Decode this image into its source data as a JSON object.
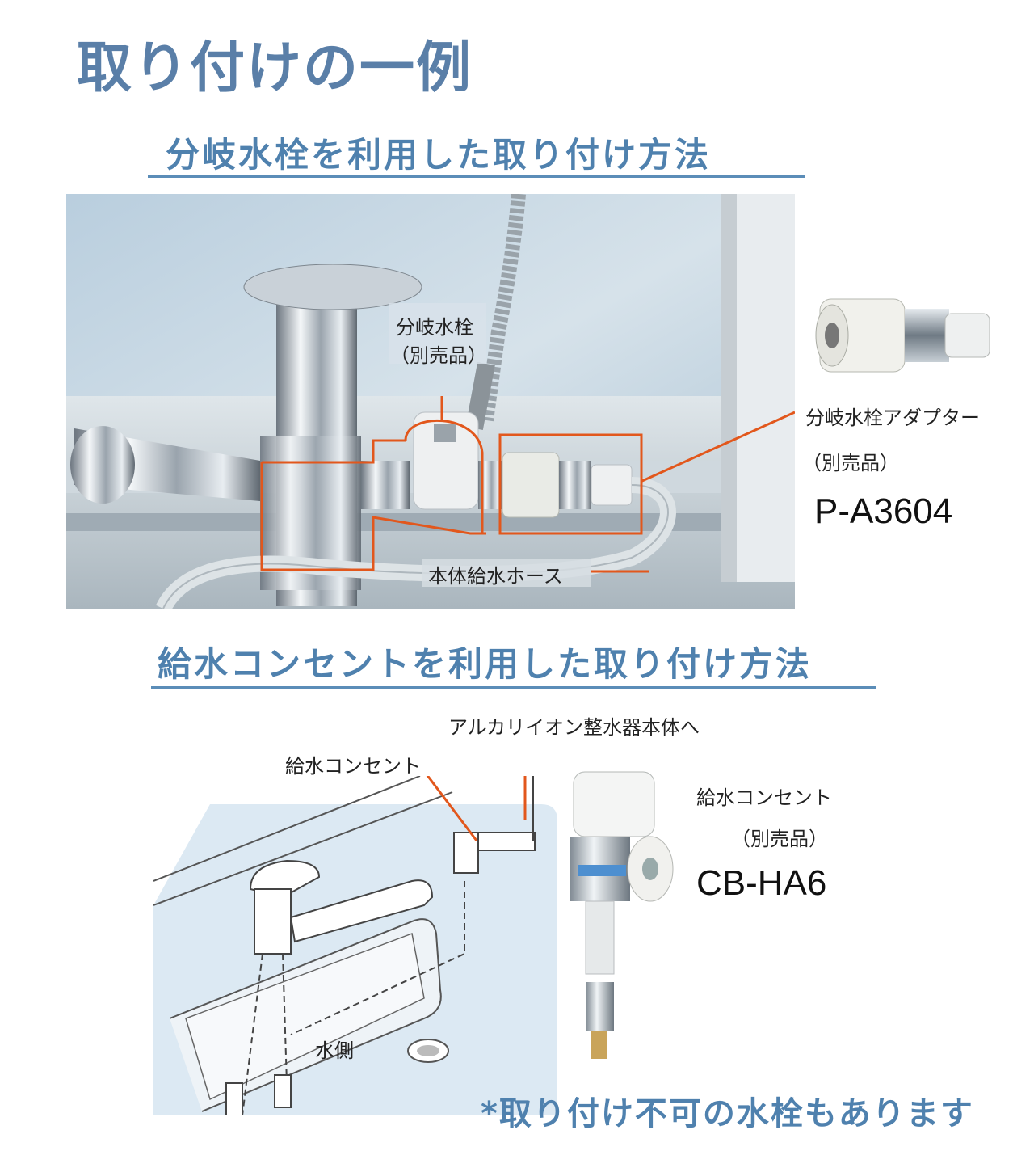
{
  "title": "取り付けの一例",
  "section1": {
    "heading": "分岐水栓を利用した取り付け方法",
    "callout_branch_valve": "分岐水栓",
    "callout_branch_valve_sub": "（別売品）",
    "callout_hose": "本体給水ホース",
    "adapter_label": "分岐水栓アダプター",
    "adapter_sub": "（別売品）",
    "adapter_model": "P-A3604"
  },
  "section2": {
    "heading": "給水コンセントを利用した取り付け方法",
    "to_unit": "アルカリイオン整水器本体へ",
    "outlet_callout": "給水コンセント",
    "water_side": "水側",
    "product_label": "給水コンセント",
    "product_sub": "（別売品）",
    "product_model": "CB-HA6"
  },
  "note": "*取り付け不可の水栓もあります",
  "colors": {
    "heading": "#4f81ae",
    "callout": "#e2571c",
    "rule": "#5b8db8"
  }
}
